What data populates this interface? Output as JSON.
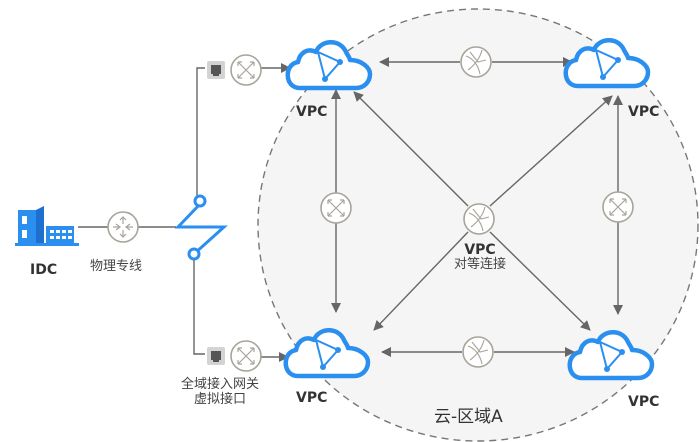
{
  "diagram": {
    "region_label": "云-区域A",
    "idc": {
      "label": "IDC"
    },
    "physical_line": {
      "label": "物理专线"
    },
    "virtual_interface": {
      "label_line1": "全域接入网关",
      "label_line2": "虚拟接口"
    },
    "peering_center": {
      "label_line1": "VPC",
      "label_line2": "对等连接"
    },
    "vpcs": [
      {
        "id": "top-left",
        "label": "VPC"
      },
      {
        "id": "top-right",
        "label": "VPC"
      },
      {
        "id": "bottom-left",
        "label": "VPC"
      },
      {
        "id": "bottom-right",
        "label": "VPC"
      }
    ],
    "colors": {
      "accent": "#2b8ff0",
      "line": "#666666",
      "router": "#a8a49a",
      "region_fill": "#f5f5f5",
      "region_border": "#777777",
      "port": "#555555",
      "port_bg": "#d3d3d3"
    }
  }
}
